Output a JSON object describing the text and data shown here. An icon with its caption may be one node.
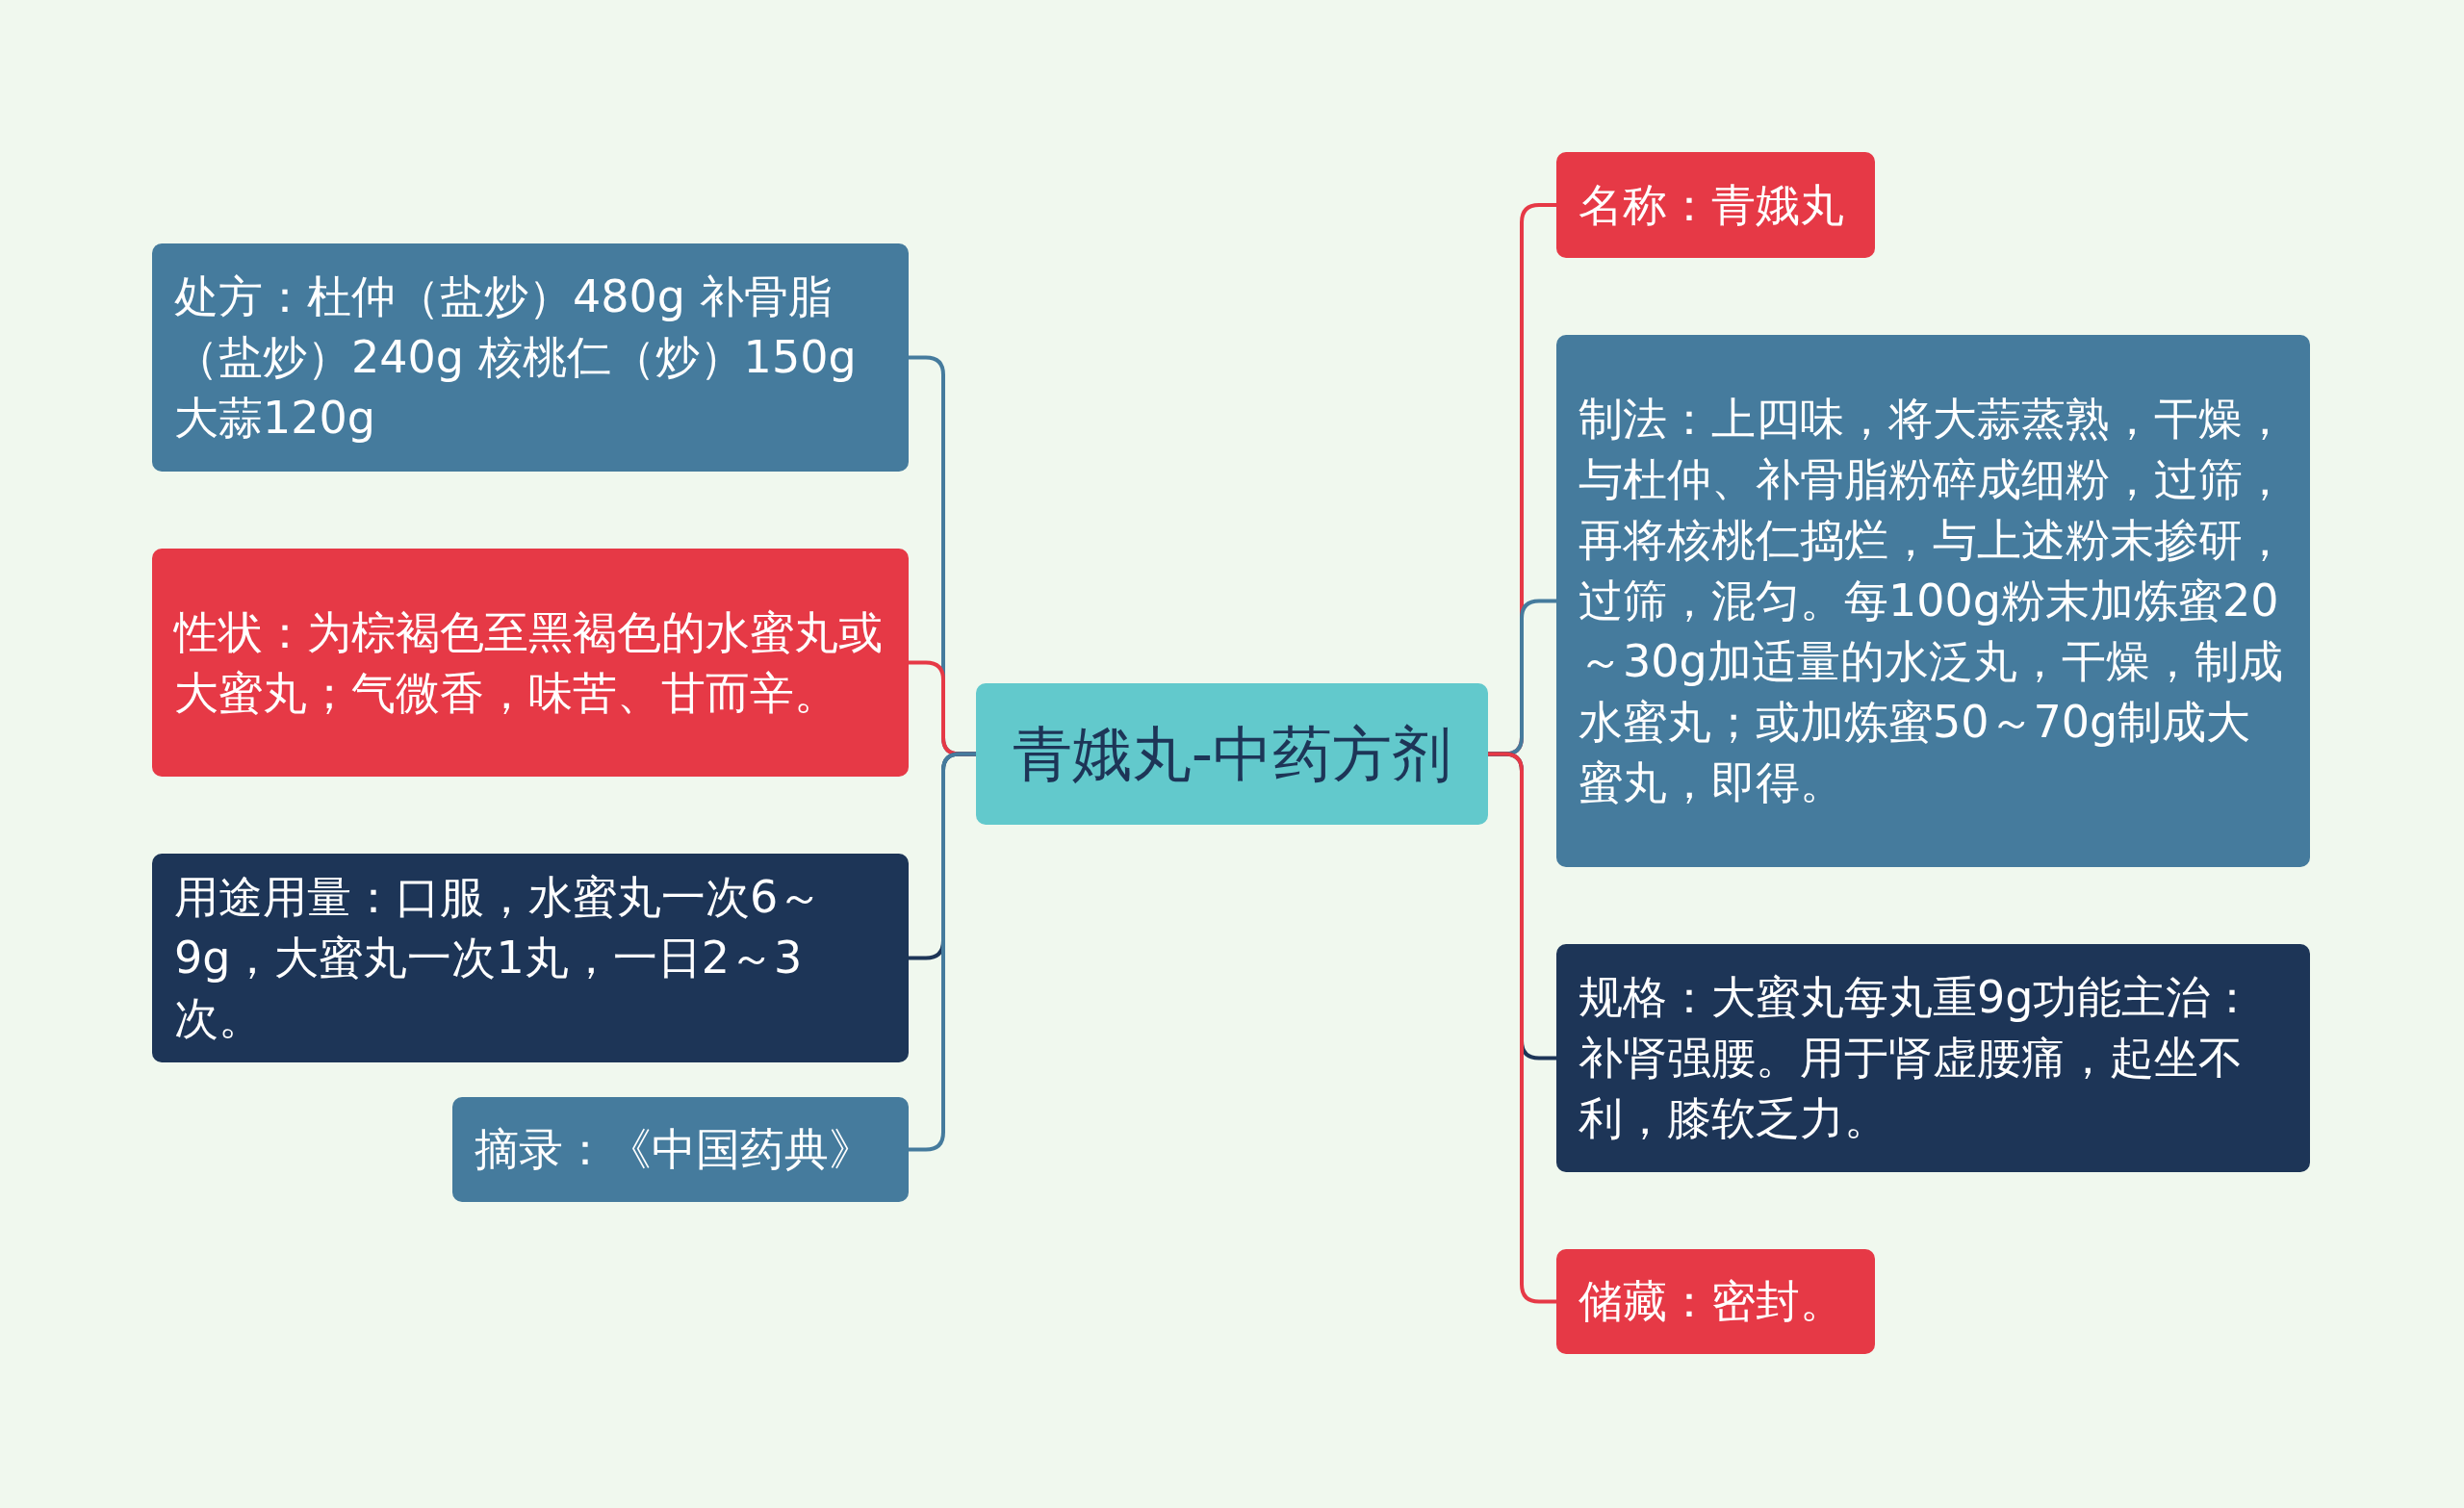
{
  "diagram": {
    "nodes": [
      {
        "text": [
          "青娥丸-中药方剂"
        ]
      },
      {
        "text": [
          "处方：杜仲（盐炒）480g 补骨脂（盐炒）240g 核桃仁（炒）150g 大蒜120g"
        ]
      },
      {
        "text": [
          "性状：为棕褐色至黑褐色的水蜜丸或大蜜丸；气微香，味苦、甘而辛。"
        ]
      },
      {
        "text": [
          "用途用量：口服，水蜜丸一次6～9g，大蜜丸一次1丸，一日2～3次。"
        ]
      },
      {
        "text": [
          "摘录：《中国药典》"
        ]
      },
      {
        "text": [
          "名称：青娥丸"
        ]
      },
      {
        "text": [
          "制法：上四味，将大蒜蒸熟，干燥，与杜仲、补骨脂粉碎成细粉，过筛，再将核桃仁捣烂，与上述粉末掺研，过筛，混匀。每100g粉末加炼蜜20～30g加适量的水泛丸，干燥，制成水蜜丸；或加炼蜜50～70g制成大蜜丸，即得。"
        ]
      },
      {
        "text": [
          "规格：大蜜丸每丸重9g功能主治：补肾强腰。用于肾虚腰痛，起坐不利，膝软乏力。"
        ]
      },
      {
        "text": [
          "储藏：密封。"
        ]
      }
    ],
    "edges": [
      {
        "from": 0,
        "to": 1,
        "arrow": "none",
        "color": "#457b9d"
      },
      {
        "from": 0,
        "to": 2,
        "arrow": "none",
        "color": "#e63946"
      },
      {
        "from": 0,
        "to": 3,
        "arrow": "none",
        "color": "#1d3557"
      },
      {
        "from": 0,
        "to": 4,
        "arrow": "none",
        "color": "#457b9d"
      },
      {
        "from": 0,
        "to": 5,
        "arrow": "none",
        "color": "#e63946"
      },
      {
        "from": 0,
        "to": 6,
        "arrow": "none",
        "color": "#457b9d"
      },
      {
        "from": 0,
        "to": 7,
        "arrow": "none",
        "color": "#1d3557"
      },
      {
        "from": 0,
        "to": 8,
        "arrow": "none",
        "color": "#e63946"
      }
    ]
  }
}
